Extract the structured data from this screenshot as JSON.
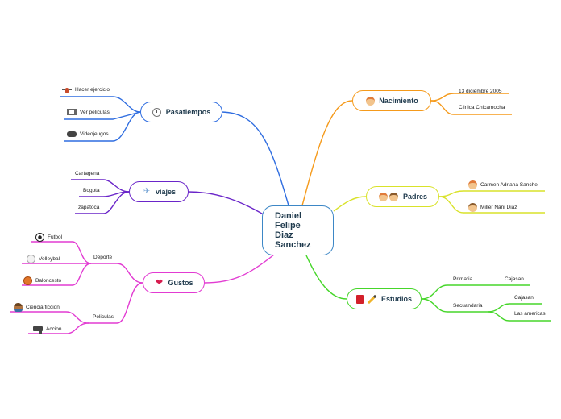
{
  "central": {
    "lines": [
      "Daniel",
      "Felipe",
      "Diaz",
      "Sanchez"
    ]
  },
  "colors": {
    "pasatiempos": "#2f6de0",
    "viajes": "#6a25c9",
    "gustos": "#e23bd2",
    "nacimiento": "#f59a1b",
    "padres": "#d9e22a",
    "estudios": "#46d62a",
    "central": "#3d87c6"
  },
  "branches": {
    "pasatiempos": {
      "label": "Pasatiempos",
      "icon": "stopwatch-icon",
      "items": [
        {
          "label": "Hacer ejercicio",
          "icon": "weightlifter-icon"
        },
        {
          "label": "Ver peliculas",
          "icon": "film-icon"
        },
        {
          "label": "Videojeugos",
          "icon": "gamepad-icon"
        }
      ]
    },
    "viajes": {
      "label": "viajes",
      "icon": "airplane-icon",
      "items": [
        {
          "label": "Cartagena"
        },
        {
          "label": "Bogota"
        },
        {
          "label": "zapatoca"
        }
      ]
    },
    "gustos": {
      "label": "Gustos",
      "icon": "heart-icon",
      "deporte": {
        "label": "Deporte",
        "items": [
          {
            "label": "Futbol",
            "icon": "soccer-ball-icon"
          },
          {
            "label": "Volleyball",
            "icon": "volleyball-icon"
          },
          {
            "label": "Baloncesto",
            "icon": "basketball-icon"
          }
        ]
      },
      "peliculas": {
        "label": "Peliculas",
        "items": [
          {
            "label": "Ciencia ficcion",
            "icon": "person-icon"
          },
          {
            "label": "Accion",
            "icon": "pistol-icon"
          }
        ]
      }
    },
    "nacimiento": {
      "label": "Nacimiento",
      "icon": "baby-icon",
      "items": [
        {
          "label": "13 diciembre 2005"
        },
        {
          "label": "Clinica Chicamocha"
        }
      ]
    },
    "padres": {
      "label": "Padres",
      "icon": "parents-icon",
      "items": [
        {
          "label": "Carmen Adriana Sanche",
          "icon": "woman-icon"
        },
        {
          "label": "Miller Nani Diaz",
          "icon": "man-icon"
        }
      ]
    },
    "estudios": {
      "label": "Estudios",
      "icon": "book-pencil-icon",
      "primaria": {
        "label": "Primaria",
        "items": [
          {
            "label": "Cajasan"
          }
        ]
      },
      "secundaria": {
        "label": "Secuandaria",
        "items": [
          {
            "label": "Cajasan"
          },
          {
            "label": "Las americas"
          }
        ]
      }
    }
  }
}
